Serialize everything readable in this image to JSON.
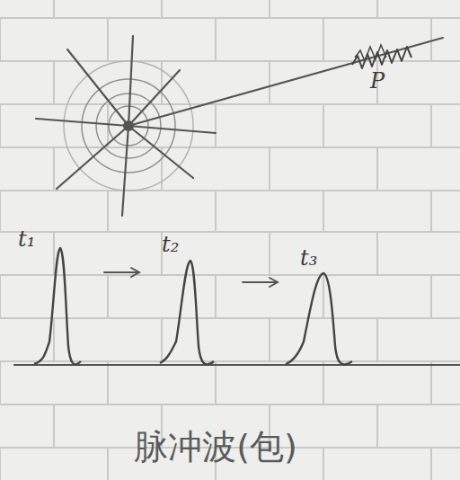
{
  "diagram": {
    "caption": "脉冲波(包)",
    "labels": [
      "P",
      "t₁",
      "t₂",
      "t₃"
    ]
  }
}
